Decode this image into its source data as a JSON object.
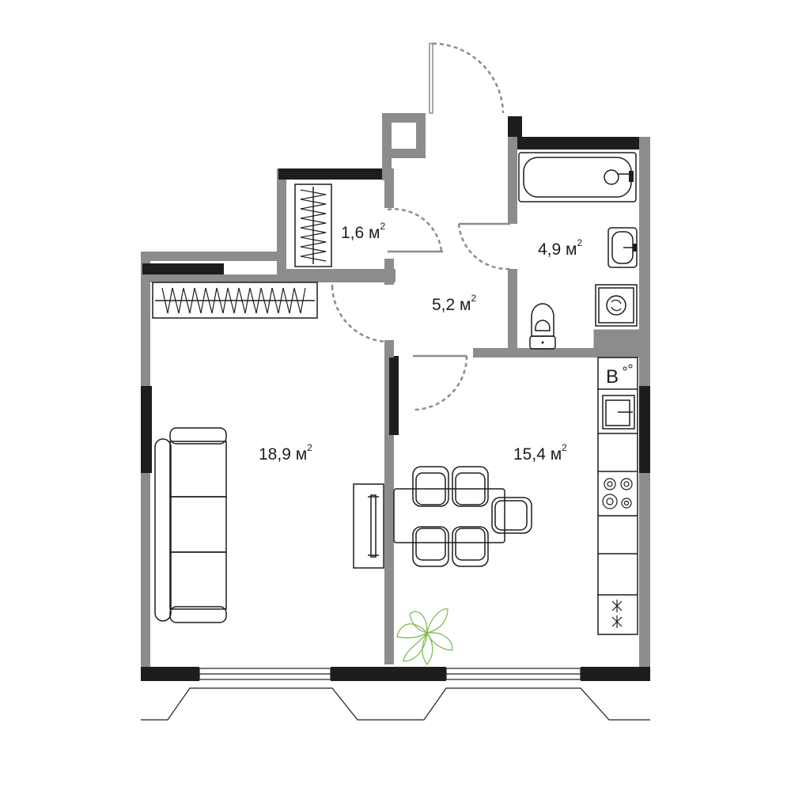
{
  "rooms": [
    {
      "id": "wardrobe",
      "area": "1,6",
      "unit": "м",
      "power": "2"
    },
    {
      "id": "bathroom",
      "area": "4,9",
      "unit": "м",
      "power": "2"
    },
    {
      "id": "hallway",
      "area": "5,2",
      "unit": "м",
      "power": "2"
    },
    {
      "id": "living-room",
      "area": "18,9",
      "unit": "м",
      "power": "2"
    },
    {
      "id": "kitchen",
      "area": "15,4",
      "unit": "м",
      "power": "2"
    }
  ],
  "colors": {
    "wall": "#8c8c8c",
    "wall_dark": "#1d1d1b",
    "furniture": "#1d1d1b",
    "plant": "#7ab648",
    "background": "#ffffff"
  }
}
